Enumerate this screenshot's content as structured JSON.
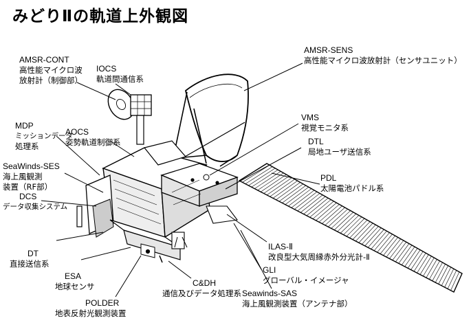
{
  "title": "みどりⅡの軌道上外観図",
  "labels": {
    "amsr_cont": {
      "abbr": "AMSR-CONT",
      "line1": "高性能マイクロ波",
      "line2": "放射計（制御部）"
    },
    "iocs": {
      "abbr": "IOCS",
      "line1": "軌道間通信系"
    },
    "amsr_sens": {
      "abbr": "AMSR-SENS",
      "line1": "高性能マイクロ波放射計（センサユニット）"
    },
    "mdp": {
      "abbr": "MDP",
      "line1": "ミッションデータ",
      "line2": "処理系"
    },
    "aocs": {
      "abbr": "AOCS",
      "line1": "姿勢軌道制御系"
    },
    "vms": {
      "abbr": "VMS",
      "line1": "視覚モニタ系"
    },
    "dtl": {
      "abbr": "DTL",
      "line1": "局地ユーザ送信系"
    },
    "seawinds_ses": {
      "abbr": "SeaWinds-SES",
      "line1": "海上風観測",
      "line2": "装置（RF部）"
    },
    "dcs": {
      "abbr": "DCS",
      "line1": "データ収集システム"
    },
    "pdl": {
      "abbr": "PDL",
      "line1": "太陽電池パドル系"
    },
    "dt": {
      "abbr": "DT",
      "line1": "直接送信系"
    },
    "esa": {
      "abbr": "ESA",
      "line1": "地球センサ"
    },
    "ilas": {
      "abbr": "ILAS-Ⅱ",
      "line1": "改良型大気周縁赤外分光計-Ⅱ"
    },
    "gli": {
      "abbr": "GLI",
      "line1": "グローバル・イメージャ"
    },
    "cdh": {
      "abbr": "C&DH",
      "line1": "通信及びデータ処理系"
    },
    "polder": {
      "abbr": "POLDER",
      "line1": "地表反射光観測装置"
    },
    "seawinds_sas": {
      "abbr": "Seawinds-SAS",
      "line1": "海上風観測装置（アンテナ部）"
    }
  }
}
